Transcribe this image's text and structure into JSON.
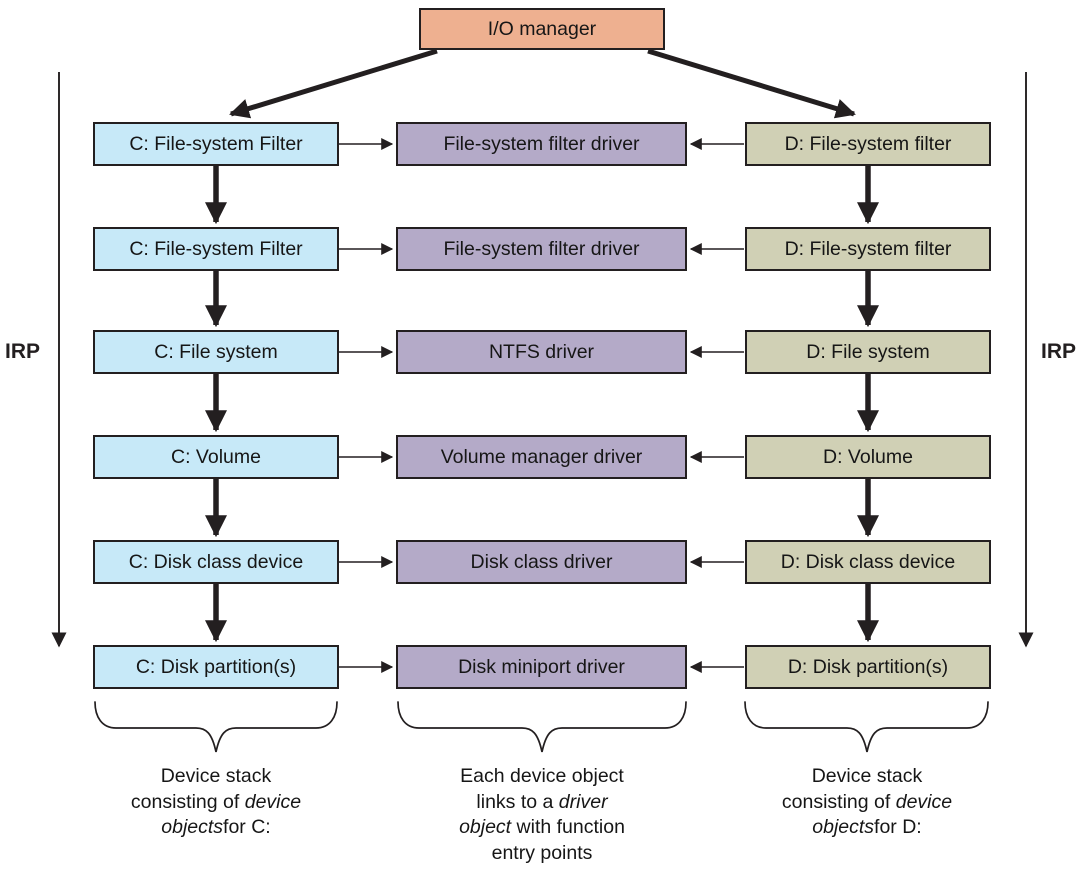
{
  "io_manager": {
    "label": "I/O manager"
  },
  "irp": {
    "left": "IRP",
    "right": "IRP"
  },
  "colors": {
    "io_manager": "#eeb090",
    "c_stack": "#c7e9f8",
    "driver": "#b4aac8",
    "d_stack": "#d0d0b5",
    "line": "#231f20"
  },
  "stacks": {
    "c": {
      "rows": [
        "C: File-system Filter",
        "C: File-system Filter",
        "C: File system",
        "C: Volume",
        "C: Disk class device",
        "C: Disk partition(s)"
      ]
    },
    "drivers": {
      "rows": [
        "File-system filter driver",
        "File-system filter driver",
        "NTFS driver",
        "Volume manager driver",
        "Disk class driver",
        "Disk miniport driver"
      ]
    },
    "d": {
      "rows": [
        "D: File-system filter",
        "D: File-system filter",
        "D: File system",
        "D: Volume",
        "D: Disk class device",
        "D: Disk partition(s)"
      ]
    }
  },
  "captions": {
    "left": {
      "l1": "Device stack",
      "l2a": "consisting of ",
      "l2b_italic": "device",
      "l3a_italic": "objects",
      "l3b": "for C:"
    },
    "middle": {
      "l1": "Each device object",
      "l2a": "links to a ",
      "l2b_italic": "driver",
      "l3a_italic": "object",
      "l3b": " with function",
      "l4": "entry points"
    },
    "right": {
      "l1": "Device stack",
      "l2a": "consisting of ",
      "l2b_italic": "device",
      "l3a_italic": "objects",
      "l3b": "for D:"
    }
  }
}
